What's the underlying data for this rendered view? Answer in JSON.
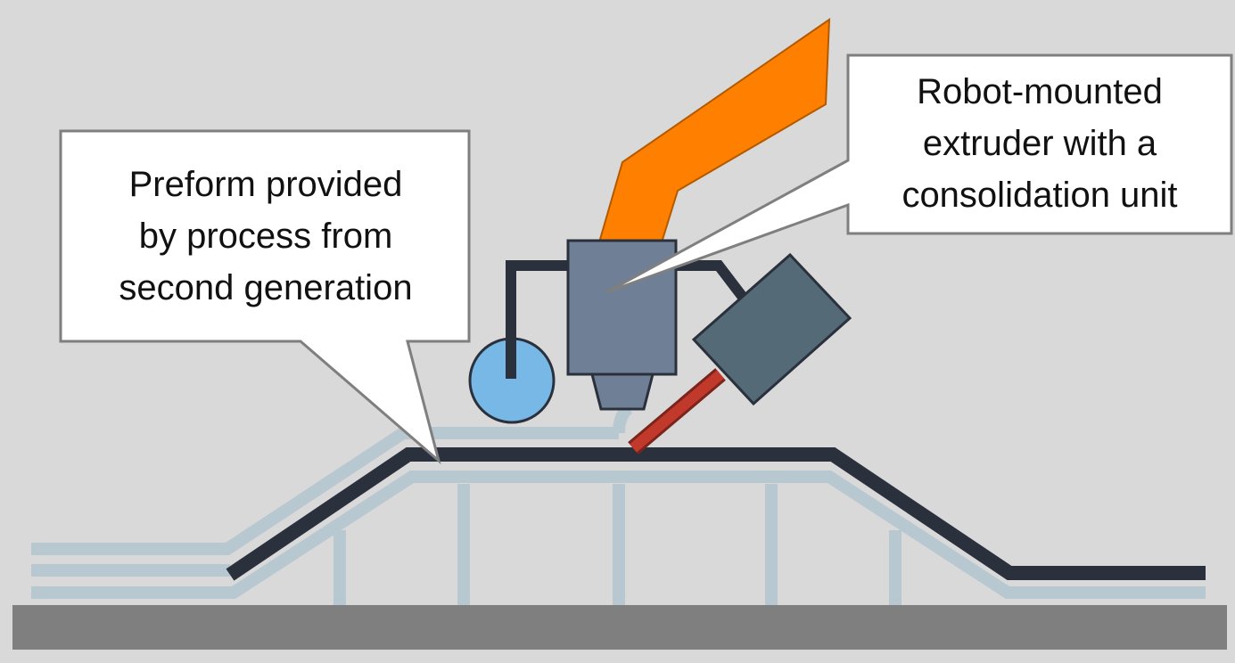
{
  "callouts": {
    "preform": {
      "lines": [
        "Preform provided",
        "by process from",
        "second generation"
      ]
    },
    "extruder": {
      "lines": [
        "Robot-mounted",
        "extruder with a",
        "consolidation unit"
      ]
    }
  },
  "colors": {
    "background": "#d9d9d9",
    "floor": "#7f7f7f",
    "preform_layers": "#b8c8d0",
    "deposited_strand": "#2b313c",
    "robot_arm": "#ff7f00",
    "extruder_body": "#6f7f96",
    "consolidation_roller": "#78b8e6",
    "heater_block": "#546a77",
    "heater_rod": "#c0392b",
    "callout_fill": "#ffffff",
    "callout_border": "#7f7f7f"
  }
}
